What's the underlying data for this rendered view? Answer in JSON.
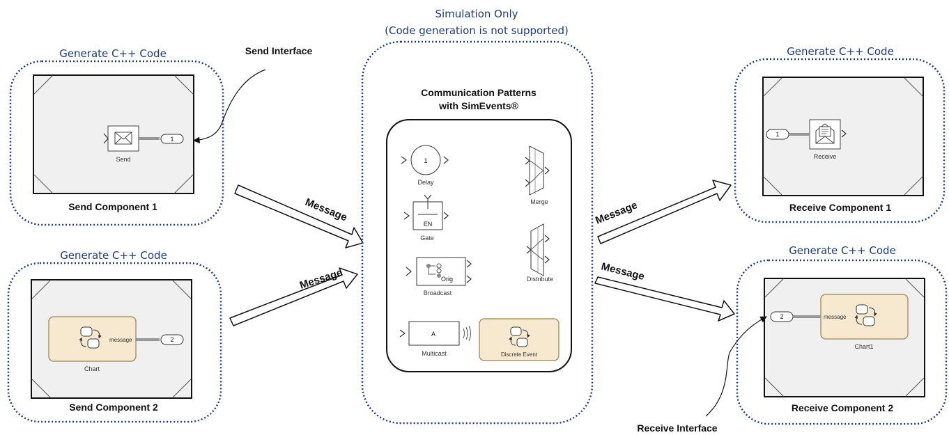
{
  "send_component_1": {
    "header": "Generate C++ Code",
    "caption": "Send Component 1",
    "block_label": "Send",
    "port_label": "1"
  },
  "send_component_2": {
    "header": "Generate C++ Code",
    "caption": "Send Component 2",
    "block_label": "Chart",
    "signal_label": "message",
    "port_label": "2"
  },
  "send_interface_label": "Send Interface",
  "middle": {
    "header_line1": "Simulation Only",
    "header_line2": "(Code generation is not supported)",
    "title_line1": "Communication Patterns",
    "title_line2": "with SimEvents®",
    "blocks": {
      "delay": "Delay",
      "delay_value": "1",
      "gate": "Gate",
      "gate_inner": "EN",
      "broadcast": "Broadcast",
      "broadcast_inner": "Orig",
      "multicast": "Multicast",
      "multicast_inner": "A",
      "merge": "Merge",
      "distribute": "Distribute",
      "discrete_event": "Discrete Event"
    }
  },
  "receive_component_1": {
    "header": "Generate C++ Code",
    "caption": "Receive Component 1",
    "block_label": "Receive",
    "port_label": "1"
  },
  "receive_component_2": {
    "header": "Generate C++ Code",
    "caption": "Receive Component 2",
    "block_label": "Chart1",
    "signal_label": "message",
    "port_label": "2"
  },
  "receive_interface_label": "Receive Interface",
  "message_label": "Message",
  "colors": {
    "dotted_border": "#1f3a8a",
    "header_text": "#1f3a7a",
    "chart_fill": "#f6e9cf",
    "chart_border": "#a8956a"
  }
}
